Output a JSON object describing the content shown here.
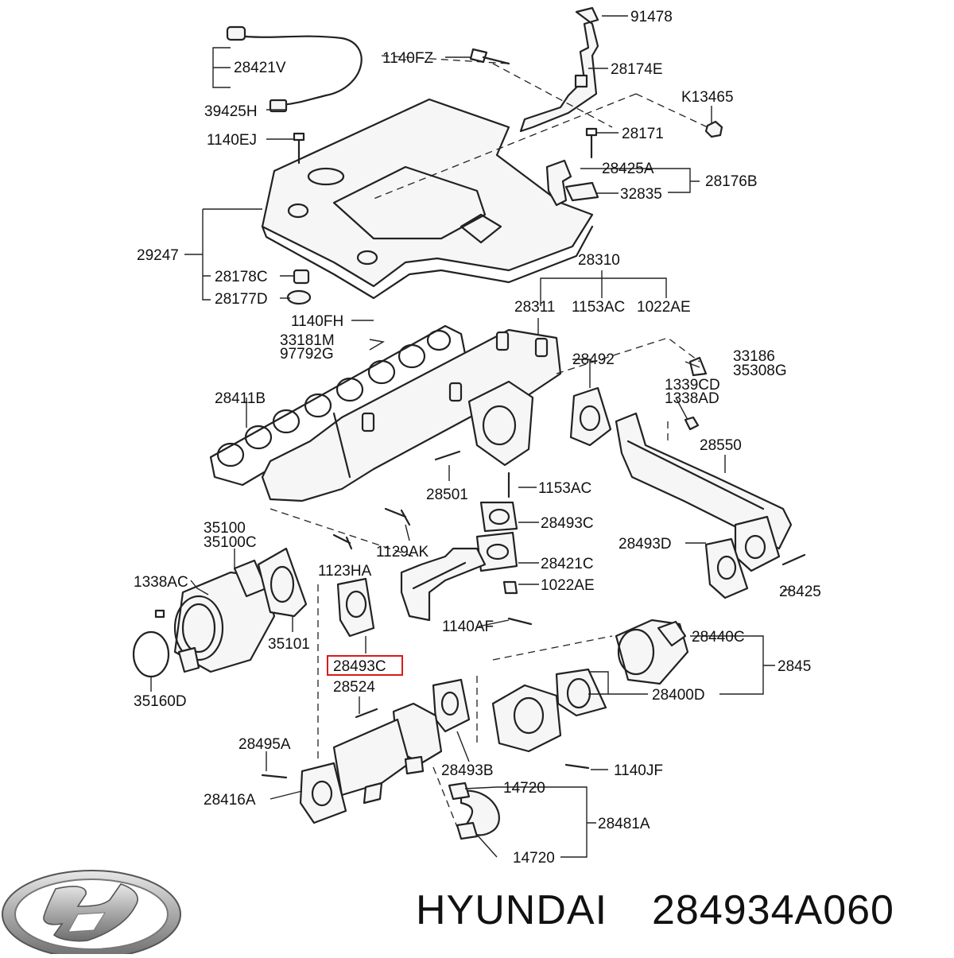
{
  "labels": {
    "l91478": "91478",
    "l1140FZ": "1140FZ",
    "l28174E": "28174E",
    "l28421V": "28421V",
    "l39425H": "39425H",
    "lK13465": "K13465",
    "l1140EJ": "1140EJ",
    "l28171": "28171",
    "l28425A": "28425A",
    "l28176B": "28176B",
    "l32835": "32835",
    "l29247": "29247",
    "l28178C": "28178C",
    "l28177D": "28177D",
    "l28310": "28310",
    "l28311": "28311",
    "l1153AC_top": "1153AC",
    "l1022AE_top": "1022AE",
    "l1140FH": "1140FH",
    "l33181M": "33181M",
    "l97792G": "97792G",
    "l28492": "28492",
    "l33186": "33186",
    "l35308G": "35308G",
    "l1339CD": "1339CD",
    "l1338AD": "1338AD",
    "l28411B": "28411B",
    "l28550": "28550",
    "l28501": "28501",
    "l1153AC_mid": "1153AC",
    "l28493C_mid": "28493C",
    "l35100": "35100",
    "l35100C": "35100C",
    "l1129AK": "1129AK",
    "l28493D": "28493D",
    "l1123HA": "1123HA",
    "l28421C": "28421C",
    "l1338AC": "1338AC",
    "l1022AE_mid": "1022AE",
    "l28425": "28425",
    "l1140AF": "1140AF",
    "l35101": "35101",
    "l28440C": "28440C",
    "l28493C_hl": "28493C",
    "l2845": "2845",
    "l28524": "28524",
    "l35160D": "35160D",
    "l28400D": "28400D",
    "l28495A": "28495A",
    "l28493B": "28493B",
    "l1140JF": "1140JF",
    "l14720_a": "14720",
    "l28416A": "28416A",
    "l28481A": "28481A",
    "l14720_b": "14720"
  },
  "highlight_color": "#d81b1b",
  "logo": {
    "icon": "hyundai-logo-icon"
  },
  "caption": {
    "brand": "HYUNDAI",
    "part_number": "284934A060"
  }
}
